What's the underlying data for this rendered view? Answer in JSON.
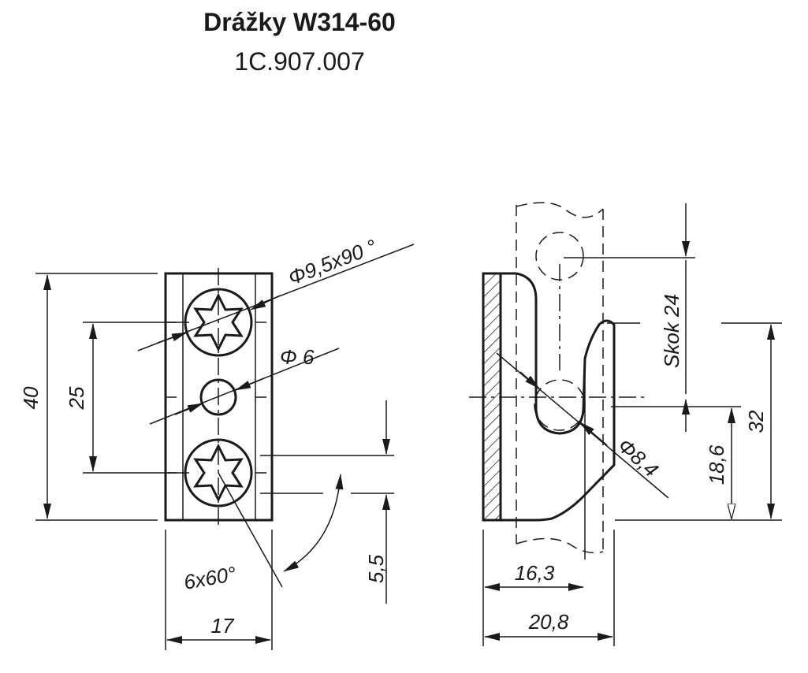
{
  "header": {
    "title": "Drážky W314-60",
    "code": "1C.907.007"
  },
  "dimensions": {
    "height_total": "40",
    "hole_pitch": "25",
    "width_front": "17",
    "offset_small": "5,5",
    "countersink": "Φ9,5x90 °",
    "center_hole": "Φ 6",
    "star_angle": "6x60°",
    "skok": "Skok 24",
    "hook_diameter": "Φ8,4",
    "hook_height": "18,6",
    "side_height": "32",
    "depth_inner": "16,3",
    "depth_total": "20,8"
  },
  "colors": {
    "line": "#1a1a1a",
    "background": "#ffffff"
  }
}
